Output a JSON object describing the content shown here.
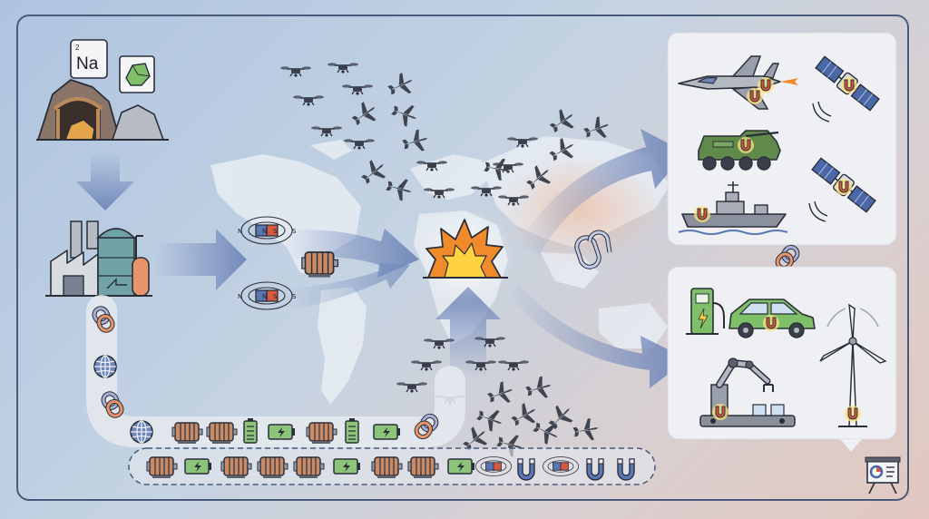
{
  "element": {
    "symbol": "Na",
    "number": "2"
  },
  "magnet_poles": {
    "north": "N",
    "south": "S"
  },
  "colors": {
    "arrow_blue": "#6f86b8",
    "motor_orange": "#c98a66",
    "battery_green": "#8cc47a",
    "magnet_blue": "#5a76b5",
    "magnet_red": "#d9593f",
    "explosion_orange": "#f08a2a",
    "explosion_yellow": "#ffd23f",
    "chain_lavender": "#a7b0d6",
    "chain_orange": "#e8956b"
  },
  "icons": {
    "source": [
      "mine-icon",
      "element-card-icon",
      "ore-icon",
      "factory-icon"
    ],
    "magnets": [
      "magnet-field-icon",
      "electric-motor-icon"
    ],
    "conflict": [
      "explosion-icon",
      "drone-swarm-icon",
      "broken-chain-icon"
    ],
    "defense": [
      "fighter-jet-icon",
      "armored-vehicle-icon",
      "warship-icon",
      "satellite-icon"
    ],
    "civil": [
      "ev-charger-icon",
      "electric-car-icon",
      "robot-arm-icon",
      "wind-turbine-icon"
    ],
    "supply_chain": [
      "chain-link-icon",
      "globe-icon",
      "motor-icon",
      "battery-icon",
      "horseshoe-magnet-icon"
    ],
    "corner": "presentation-icon"
  }
}
